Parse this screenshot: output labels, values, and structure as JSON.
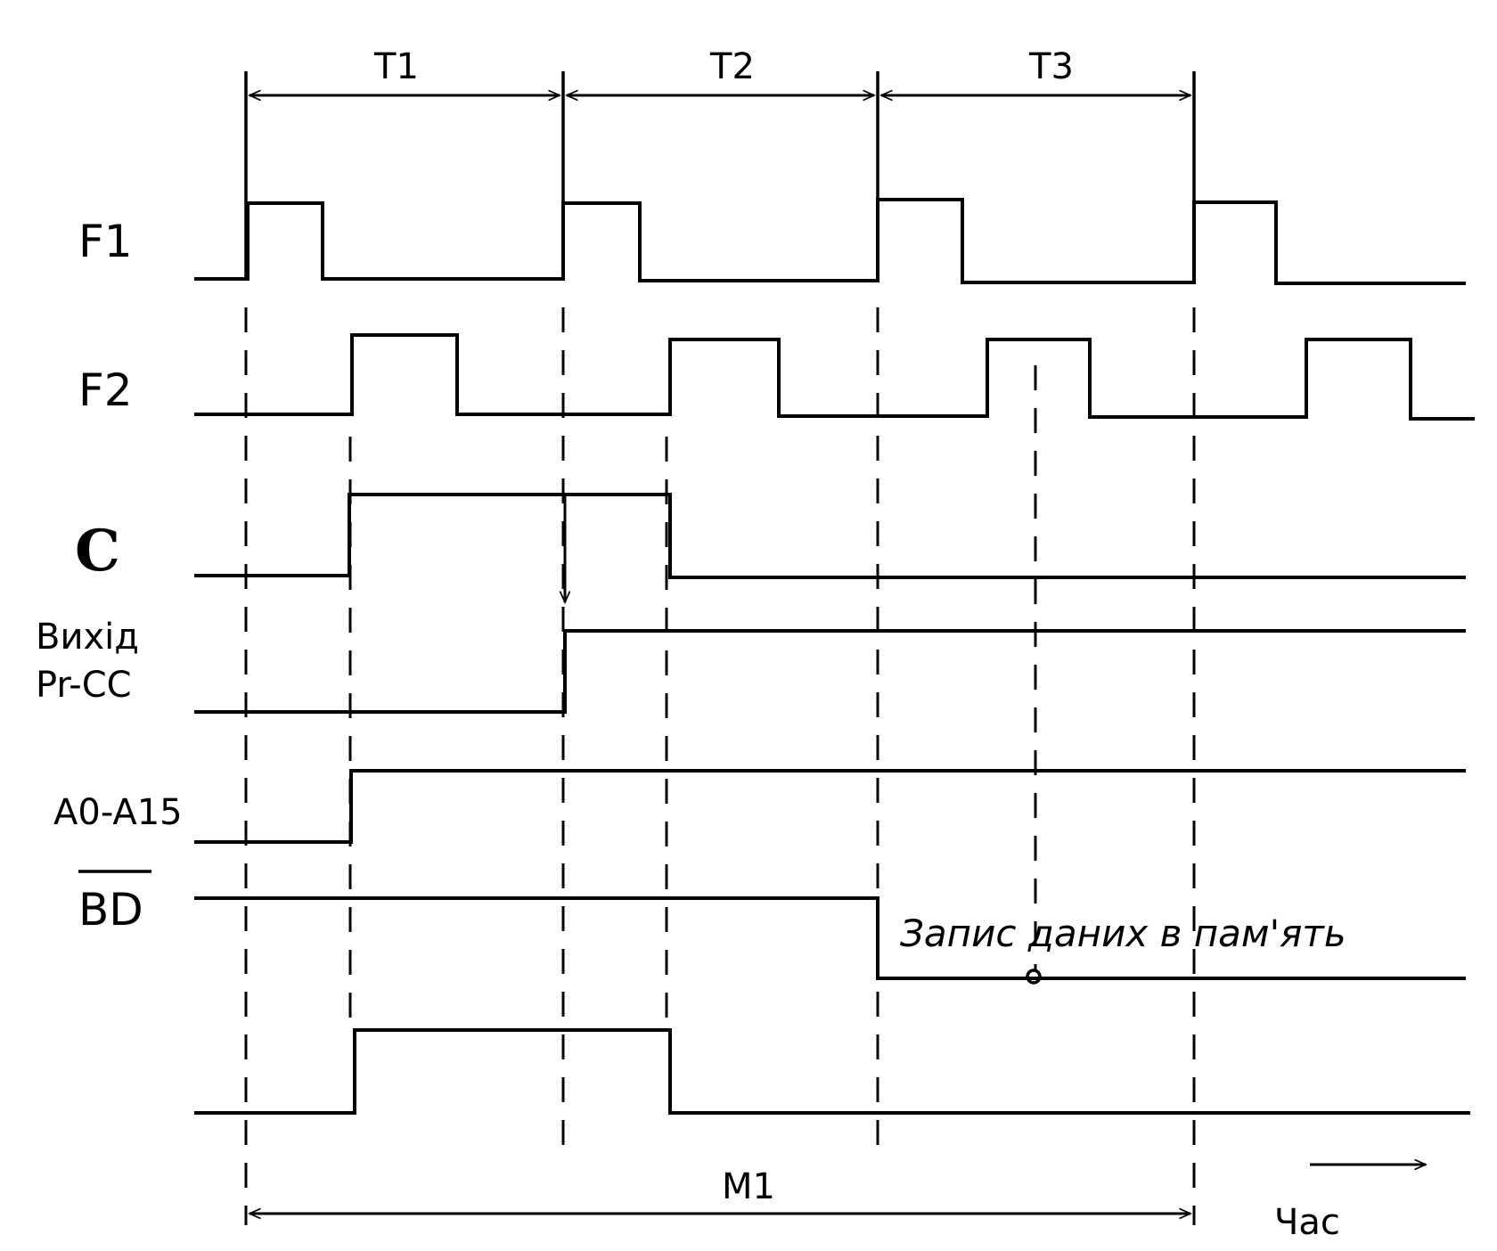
{
  "periods": [
    {
      "label": "T1"
    },
    {
      "label": "T2"
    },
    {
      "label": "T3"
    }
  ],
  "signals": {
    "f1": {
      "label": "F1"
    },
    "f2": {
      "label": "F2"
    },
    "c": {
      "label": "C"
    },
    "rgcc": {
      "label_line1": "Вихід",
      "label_line2": "Pr-CC"
    },
    "addr": {
      "label": "A0-A15"
    },
    "wr": {
      "label": "BD"
    },
    "last": {
      "label": ""
    }
  },
  "annotation": "Запис даних в пам'ять",
  "machine_cycle": {
    "label": "M1"
  },
  "time_axis": {
    "label": "Час"
  }
}
